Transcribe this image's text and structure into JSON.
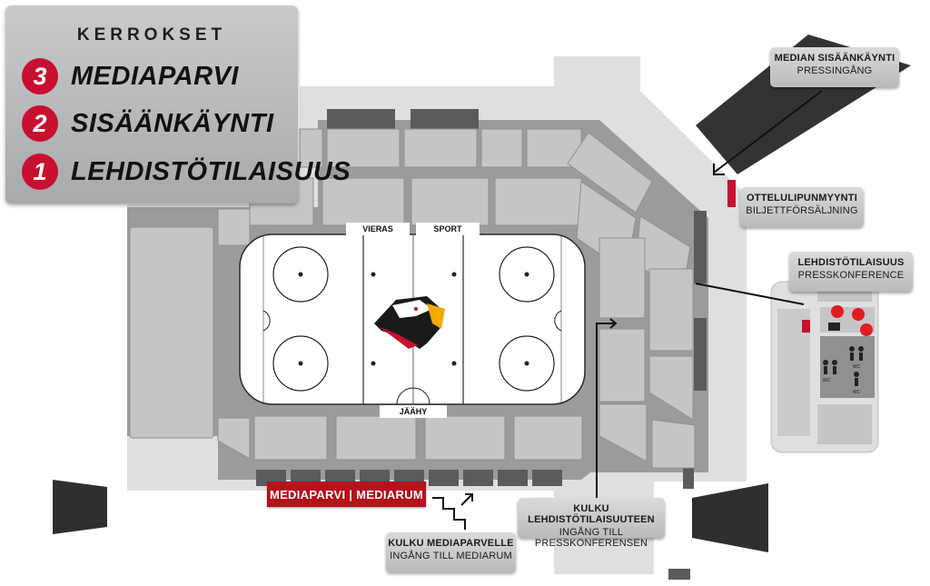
{
  "legend": {
    "title": "KERROKSET",
    "floors": [
      {
        "number": "3",
        "label": "MEDIAPARVI"
      },
      {
        "number": "2",
        "label": "SISÄÄNKÄYNTI"
      },
      {
        "number": "1",
        "label": "LEHDISTÖTILAISUUS"
      }
    ]
  },
  "rink": {
    "labels": {
      "away": "VIERAS",
      "sport": "SPORT",
      "penalty": "JÄÄHY"
    },
    "logo_icon": "eagle-head-logo-icon"
  },
  "callouts": {
    "media_entrance": {
      "title": "MEDIAN SISÄÄNKÄYNTI",
      "subtitle": "PRESSINGÅNG"
    },
    "ticket_sales": {
      "title": "OTTELULIPUNMYYNTI",
      "subtitle": "BILJETTFÖRSÄLJNING"
    },
    "press_conference": {
      "title": "LEHDISTÖTILAISUUS",
      "subtitle": "PRESSKONFERENCE"
    },
    "route_press": {
      "title": "KULKU LEHDISTÖTILAISUUTEEN",
      "subtitle": "INGÅNG TILL PRESSKONFERENSEN"
    },
    "route_media": {
      "title": "KULKU MEDIAPARVELLE",
      "subtitle": "INGÅNG TILL MEDIARUM"
    }
  },
  "media_label": "MEDIAPARVI | MEDIARUM",
  "inset": {
    "toilet_label": "WC"
  },
  "colors": {
    "accent_red": "#c8102e",
    "media_red": "#b5121b",
    "dark_gray": "#3a3a3a",
    "seat_gray": "#c4c5c7"
  }
}
